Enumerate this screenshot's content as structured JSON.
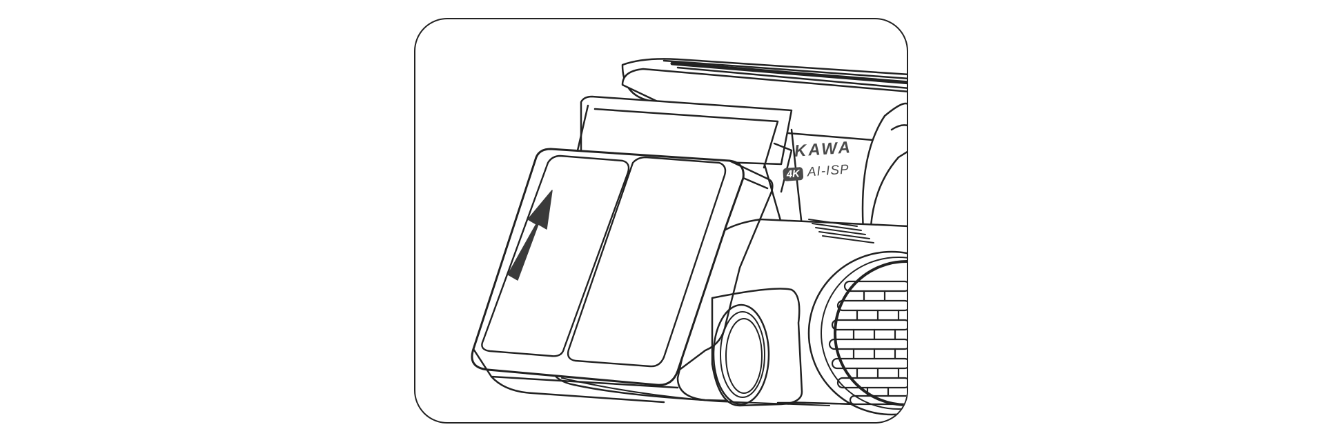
{
  "product": {
    "brand": "KAWA",
    "badge": "4K",
    "feature": "AI-ISP"
  },
  "colors": {
    "line": "#222222",
    "arrow": "#3a3a3a",
    "print": "#4a4a4a",
    "background": "#ffffff"
  },
  "icons": {
    "direction": "arrow-up-right-icon",
    "device": "dash-camera-icon"
  }
}
